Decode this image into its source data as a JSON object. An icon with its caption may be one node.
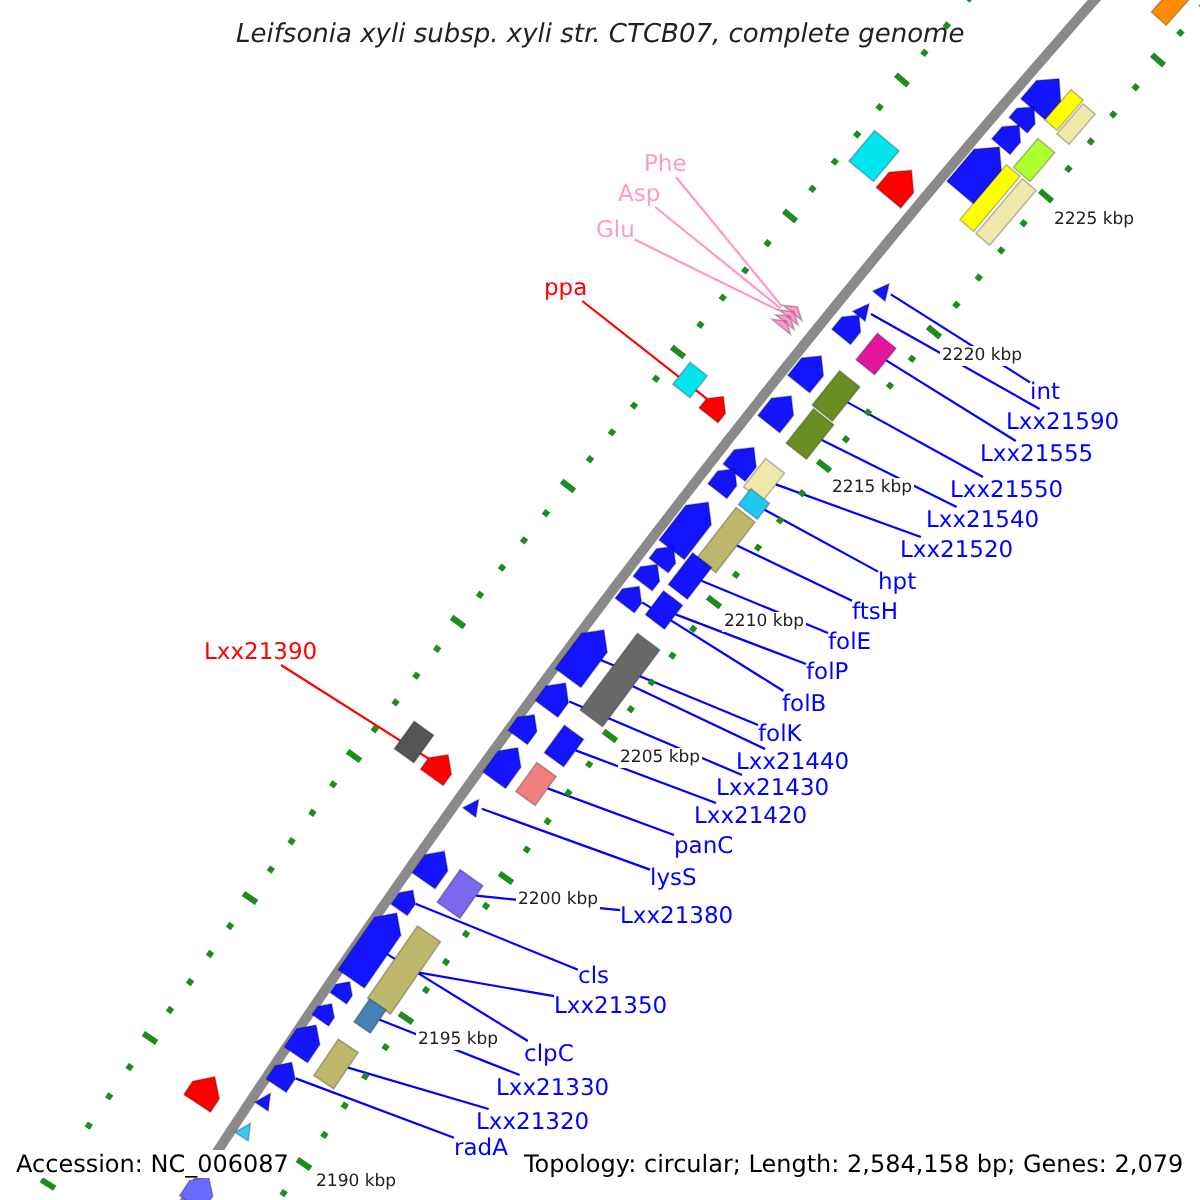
{
  "diagram": {
    "title": "Leifsonia xyli subsp. xyli str. CTCB07, complete genome",
    "nodes": [
      {
        "text": [
          "Phe"
        ]
      },
      {
        "text": [
          "Asp"
        ]
      },
      {
        "text": [
          "Glu"
        ]
      },
      {
        "text": [
          "ppa"
        ]
      },
      {
        "text": [
          "Lxx21390"
        ]
      },
      {
        "text": [
          "int"
        ]
      },
      {
        "text": [
          "Lxx21590"
        ]
      },
      {
        "text": [
          "Lxx21555"
        ]
      },
      {
        "text": [
          "Lxx21550"
        ]
      },
      {
        "text": [
          "Lxx21540"
        ]
      },
      {
        "text": [
          "Lxx21520"
        ]
      },
      {
        "text": [
          "hpt"
        ]
      },
      {
        "text": [
          "ftsH"
        ]
      },
      {
        "text": [
          "folE"
        ]
      },
      {
        "text": [
          "folP"
        ]
      },
      {
        "text": [
          "folB"
        ]
      },
      {
        "text": [
          "folK"
        ]
      },
      {
        "text": [
          "Lxx21440"
        ]
      },
      {
        "text": [
          "Lxx21430"
        ]
      },
      {
        "text": [
          "Lxx21420"
        ]
      },
      {
        "text": [
          "panC"
        ]
      },
      {
        "text": [
          "lysS"
        ]
      },
      {
        "text": [
          "Lxx21380"
        ]
      },
      {
        "text": [
          "cls"
        ]
      },
      {
        "text": [
          "Lxx21350"
        ]
      },
      {
        "text": [
          "clpC"
        ]
      },
      {
        "text": [
          "Lxx21330"
        ]
      },
      {
        "text": [
          "Lxx21320"
        ]
      },
      {
        "text": [
          "radA"
        ]
      },
      {
        "text": [],
        "shape": "box"
      },
      {
        "text": [],
        "shape": "pentagon"
      },
      {
        "text": [],
        "shape": "box"
      },
      {
        "text": [],
        "shape": "pentagon"
      },
      {
        "text": [],
        "shape": "box"
      },
      {
        "text": [],
        "shape": "pentagon"
      },
      {
        "text": [],
        "shape": "box"
      },
      {
        "text": [],
        "shape": "box"
      },
      {
        "text": [],
        "shape": "pentagon"
      },
      {
        "text": [],
        "shape": "pentagon"
      },
      {
        "text": [],
        "shape": "box"
      },
      {
        "text": [],
        "shape": "box"
      },
      {
        "text": [],
        "shape": "triangle"
      },
      {
        "text": [],
        "shape": "triangle"
      },
      {
        "text": [],
        "shape": "chevron"
      },
      {
        "text": [],
        "shape": "pentagon"
      },
      {
        "text": [],
        "shape": "box"
      },
      {
        "text": [],
        "shape": "pentagon"
      },
      {
        "text": [],
        "shape": "box"
      },
      {
        "text": [],
        "shape": "box"
      },
      {
        "text": [],
        "shape": "pentagon"
      },
      {
        "text": [],
        "shape": "pentagon"
      },
      {
        "text": [],
        "shape": "box"
      },
      {
        "text": [],
        "shape": "pentagon"
      },
      {
        "text": [],
        "shape": "pentagon"
      },
      {
        "text": [],
        "shape": "box"
      },
      {
        "text": [],
        "shape": "box"
      },
      {
        "text": [],
        "shape": "pentagon"
      },
      {
        "text": [],
        "shape": "box"
      },
      {
        "text": [],
        "shape": "pentagon"
      },
      {
        "text": [],
        "shape": "pentagon"
      },
      {
        "text": [],
        "shape": "box"
      },
      {
        "text": [],
        "shape": "pentagon"
      },
      {
        "text": [],
        "shape": "box"
      },
      {
        "text": [],
        "shape": "pentagon"
      },
      {
        "text": [],
        "shape": "box"
      },
      {
        "text": [],
        "shape": "pentagon"
      },
      {
        "text": [],
        "shape": "pentagon"
      },
      {
        "text": [],
        "shape": "box"
      },
      {
        "text": [],
        "shape": "box"
      },
      {
        "text": [],
        "shape": "pentagon"
      },
      {
        "text": [],
        "shape": "pentagon"
      },
      {
        "text": [],
        "shape": "box"
      },
      {
        "text": [],
        "shape": "triangle"
      },
      {
        "text": [],
        "shape": "pentagon"
      },
      {
        "text": [],
        "shape": "box"
      },
      {
        "text": [],
        "shape": "pentagon"
      },
      {
        "text": [],
        "shape": "pentagon"
      },
      {
        "text": [],
        "shape": "box"
      },
      {
        "text": [],
        "shape": "pentagon"
      },
      {
        "text": [],
        "shape": "pentagon"
      },
      {
        "text": [],
        "shape": "box"
      },
      {
        "text": [],
        "shape": "pentagon"
      },
      {
        "text": [],
        "shape": "box"
      },
      {
        "text": [],
        "shape": "pentagon"
      },
      {
        "text": [],
        "shape": "pentagon"
      },
      {
        "text": [],
        "shape": "triangle"
      },
      {
        "text": [],
        "shape": "triangle"
      },
      {
        "text": [],
        "shape": "pentagon"
      }
    ],
    "edges": [
      {
        "from": 0,
        "to": 43,
        "arrow": "none",
        "color": "#ff99cc"
      },
      {
        "from": 1,
        "to": 43,
        "arrow": "none",
        "color": "#ff99cc"
      },
      {
        "from": 2,
        "to": 43,
        "arrow": "none",
        "color": "#ff99cc"
      },
      {
        "from": 3,
        "to": 49,
        "arrow": "none",
        "color": "#ff0000"
      },
      {
        "from": 4,
        "to": 70,
        "arrow": "none",
        "color": "#ff0000"
      },
      {
        "from": 5,
        "to": 41,
        "arrow": "none"
      },
      {
        "from": 6,
        "to": 42,
        "arrow": "none"
      },
      {
        "from": 7,
        "to": 45,
        "arrow": "none"
      },
      {
        "from": 8,
        "to": 48,
        "arrow": "none"
      },
      {
        "from": 9,
        "to": 51,
        "arrow": "none"
      },
      {
        "from": 10,
        "to": 54,
        "arrow": "none"
      },
      {
        "from": 11,
        "to": 55,
        "arrow": "none"
      },
      {
        "from": 12,
        "to": 57,
        "arrow": "none"
      },
      {
        "from": 13,
        "to": 60,
        "arrow": "none"
      },
      {
        "from": 14,
        "to": 62,
        "arrow": "none"
      },
      {
        "from": 15,
        "to": 61,
        "arrow": "none"
      },
      {
        "from": 16,
        "to": 63,
        "arrow": "none"
      },
      {
        "from": 17,
        "to": 64,
        "arrow": "none"
      },
      {
        "from": 18,
        "to": 65,
        "arrow": "none"
      },
      {
        "from": 19,
        "to": 68,
        "arrow": "none"
      },
      {
        "from": 20,
        "to": 71,
        "arrow": "none"
      },
      {
        "from": 21,
        "to": 72,
        "arrow": "none"
      },
      {
        "from": 22,
        "to": 74,
        "arrow": "none"
      },
      {
        "from": 23,
        "to": 75,
        "arrow": "none"
      },
      {
        "from": 24,
        "to": 77,
        "arrow": "none"
      },
      {
        "from": 25,
        "to": 76,
        "arrow": "none"
      },
      {
        "from": 26,
        "to": 80,
        "arrow": "none"
      },
      {
        "from": 27,
        "to": 82,
        "arrow": "none"
      },
      {
        "from": 28,
        "to": 83,
        "arrow": "none"
      }
    ],
    "labels": [
      "2225 kbp",
      "2220 kbp",
      "2215 kbp",
      "2210 kbp",
      "2205 kbp",
      "2200 kbp",
      "2195 kbp",
      "2190 kbp",
      "Accession: NC_006087",
      "Topology: circular; Length: 2,584,158 bp; Genes: 2,079"
    ]
  }
}
